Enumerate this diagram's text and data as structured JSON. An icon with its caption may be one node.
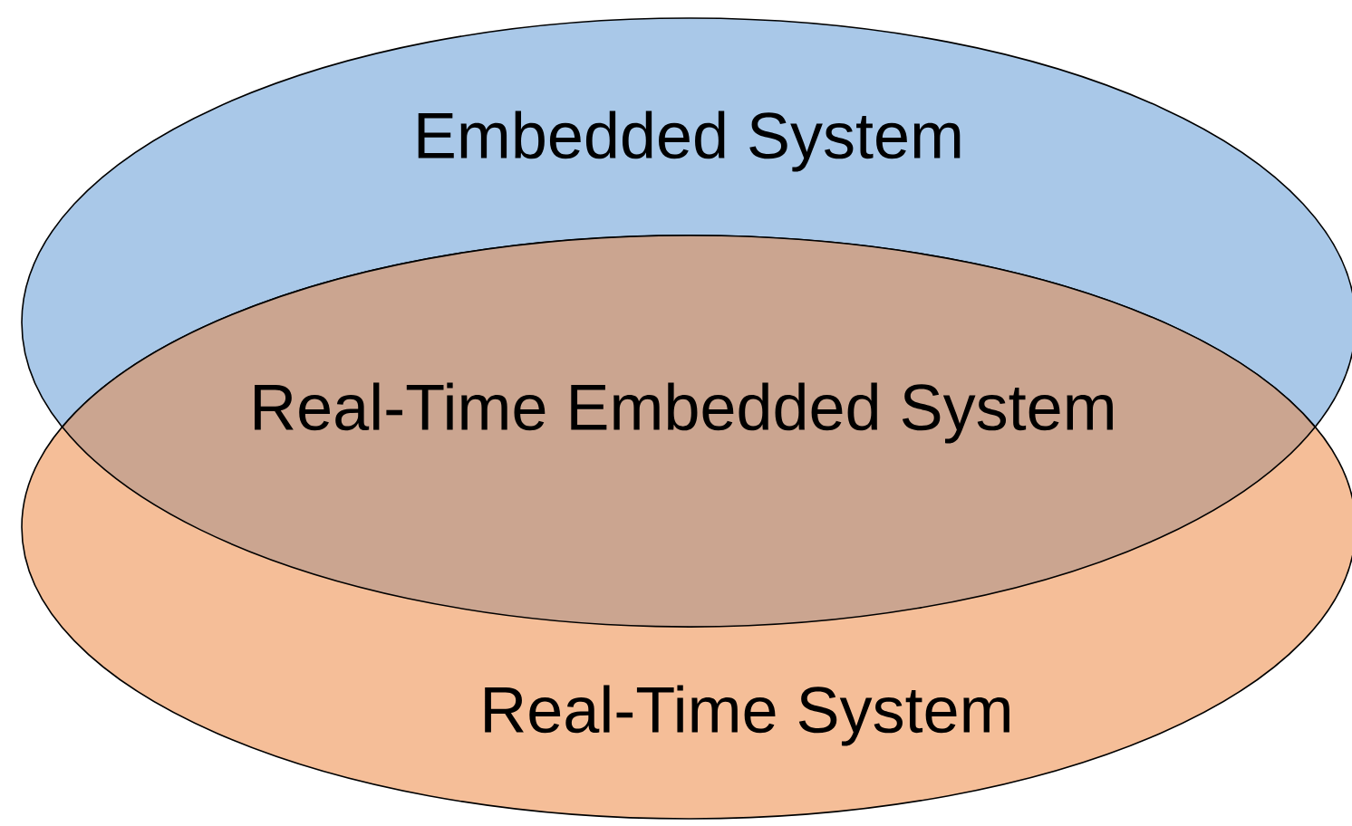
{
  "diagram": {
    "nodes": [
      {
        "text": [
          "Embedded System"
        ]
      },
      {
        "text": [
          "Real-Time System"
        ]
      },
      {
        "text": [
          "Real-Time Embedded System"
        ]
      }
    ]
  }
}
